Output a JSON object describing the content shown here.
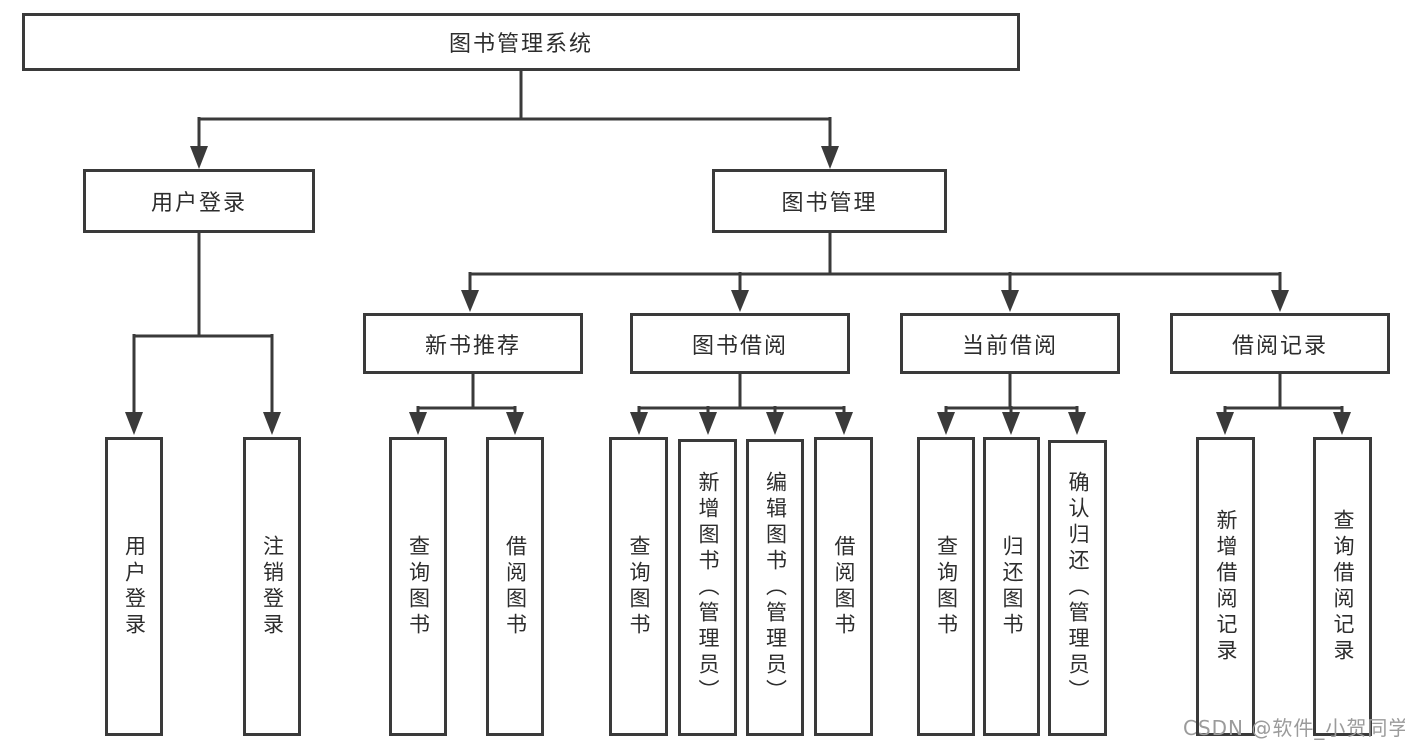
{
  "tree": {
    "root": {
      "label": "图书管理系统",
      "children": [
        {
          "label": "用户登录",
          "children": [
            {
              "label": "用户登录"
            },
            {
              "label": "注销登录"
            }
          ]
        },
        {
          "label": "图书管理",
          "children": [
            {
              "label": "新书推荐",
              "children": [
                {
                  "label": "查询图书"
                },
                {
                  "label": "借阅图书"
                }
              ]
            },
            {
              "label": "图书借阅",
              "children": [
                {
                  "label": "查询图书"
                },
                {
                  "label": "新增图书（管理员）"
                },
                {
                  "label": "编辑图书（管理员）"
                },
                {
                  "label": "借阅图书"
                }
              ]
            },
            {
              "label": "当前借阅",
              "children": [
                {
                  "label": "查询图书"
                },
                {
                  "label": "归还图书"
                },
                {
                  "label": "确认归还（管理员）"
                }
              ]
            },
            {
              "label": "借阅记录",
              "children": [
                {
                  "label": "新增借阅记录"
                },
                {
                  "label": "查询借阅记录"
                }
              ]
            }
          ]
        }
      ]
    }
  },
  "watermark": "CSDN @软件_小贺同学",
  "colors": {
    "line": "#3a3a3a",
    "text": "#2d2d2d",
    "watermark": "#9b9b9b",
    "background": "#ffffff"
  }
}
